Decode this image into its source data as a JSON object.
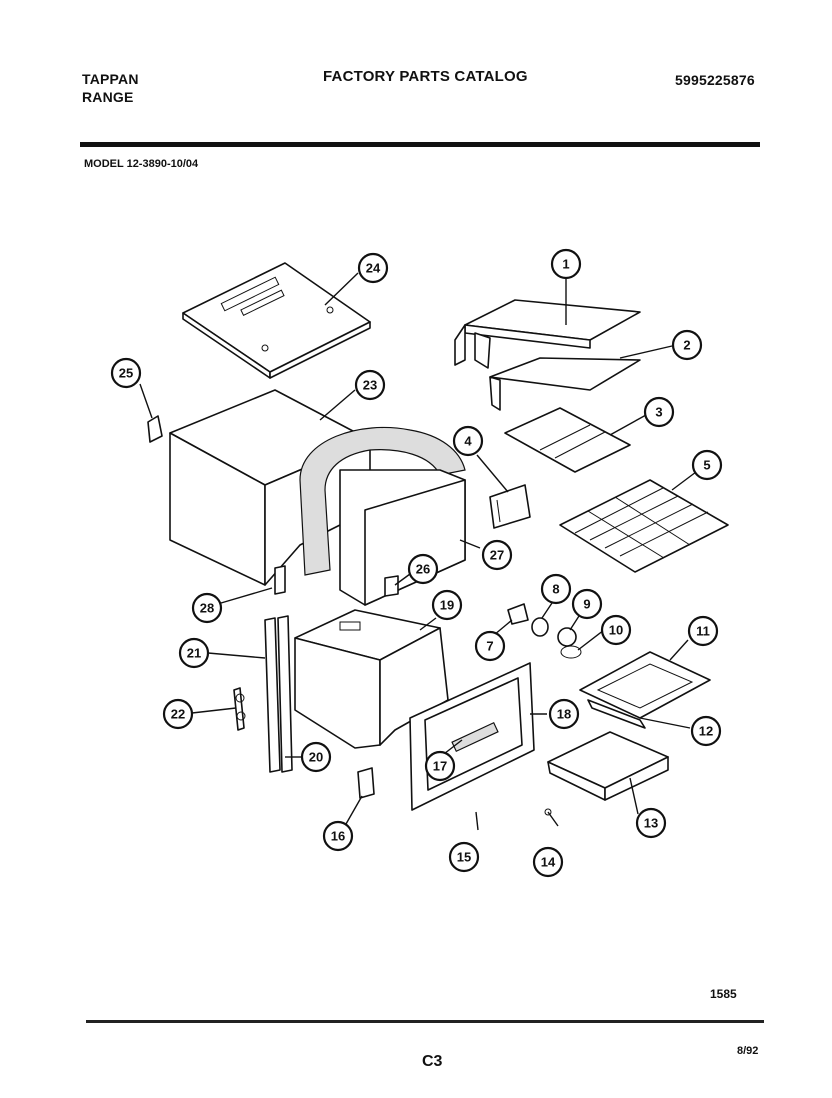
{
  "header": {
    "brand_line1": "TAPPAN",
    "brand_line2": "RANGE",
    "title": "FACTORY PARTS CATALOG",
    "catalog_number": "5995225876"
  },
  "model_label": "MODEL 12-3890-10/04",
  "callouts": [
    {
      "id": "1"
    },
    {
      "id": "2"
    },
    {
      "id": "3"
    },
    {
      "id": "4"
    },
    {
      "id": "5"
    },
    {
      "id": "7"
    },
    {
      "id": "8"
    },
    {
      "id": "9"
    },
    {
      "id": "10"
    },
    {
      "id": "11"
    },
    {
      "id": "12"
    },
    {
      "id": "13"
    },
    {
      "id": "14"
    },
    {
      "id": "15"
    },
    {
      "id": "16"
    },
    {
      "id": "17"
    },
    {
      "id": "18"
    },
    {
      "id": "19"
    },
    {
      "id": "20"
    },
    {
      "id": "21"
    },
    {
      "id": "22"
    },
    {
      "id": "23"
    },
    {
      "id": "24"
    },
    {
      "id": "25"
    },
    {
      "id": "26"
    },
    {
      "id": "27"
    },
    {
      "id": "28"
    }
  ],
  "footer": {
    "code": "1585",
    "page": "C3",
    "date": "8/92"
  }
}
